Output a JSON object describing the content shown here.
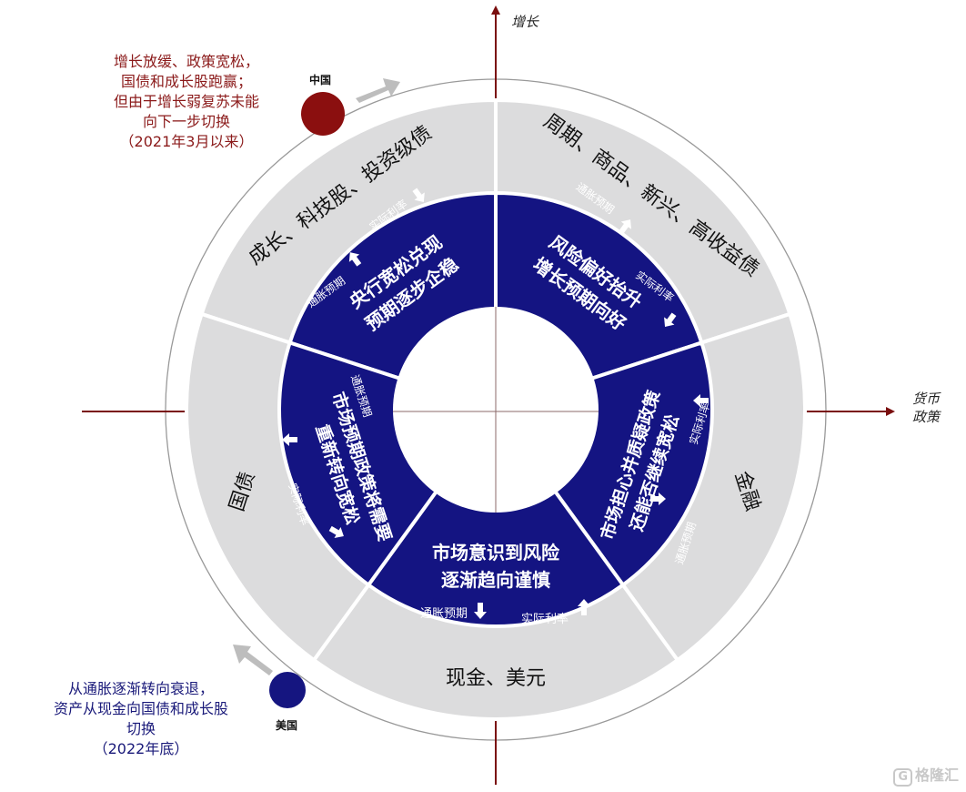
{
  "axes": {
    "vertical": "增长",
    "horizontal": [
      "货币",
      "政策"
    ]
  },
  "outer_segments": {
    "top_left": "成长、科技股、投资级债",
    "top_right": "周期、商品、新兴、高收益债",
    "right": "金融",
    "bottom": "现金、美元",
    "left": "国债"
  },
  "inner_segments": {
    "top_left": {
      "lines": [
        "央行宽松兑现",
        "预期逐步企稳"
      ],
      "ind1": "通胀预期",
      "ind2": "实际利率"
    },
    "top_right": {
      "lines": [
        "风险偏好抬升",
        "增长预期向好"
      ],
      "ind1": "通胀预期",
      "ind2": "实际利率"
    },
    "right": {
      "lines": [
        "市场担心并质疑政策",
        "还能否继续宽松"
      ],
      "ind1": "实际利率",
      "ind2": "通胀预期"
    },
    "bottom": {
      "lines": [
        "市场意识到风险",
        "逐渐趋向谨慎"
      ],
      "ind1": "通胀预期",
      "ind2": "实际利率"
    },
    "left": {
      "lines": [
        "市场预期政策将需要",
        "重新转向宽松"
      ],
      "ind1": "通胀预期",
      "ind2": "实际利率"
    }
  },
  "markers": {
    "china": {
      "label": "中国",
      "color": "#8b0f0f"
    },
    "usa": {
      "label": "美国",
      "color": "#151580"
    }
  },
  "notes": {
    "china": [
      "增长放缓、政策宽松，",
      "国债和成长股跑赢；",
      "但由于增长弱复苏未能",
      "向下一步切换",
      "（2021年3月以来）"
    ],
    "usa": [
      "从通胀逐渐转向衰退，",
      "资产从现金向国债和成长股",
      "切换",
      "（2022年底）"
    ]
  },
  "colors": {
    "outer_ring": "#dcdcdd",
    "inner_ring": "#141482",
    "axis": "#7a0e0e",
    "orbit": "#999999",
    "arrow": "#bdbdbd"
  },
  "watermark": "格隆汇"
}
